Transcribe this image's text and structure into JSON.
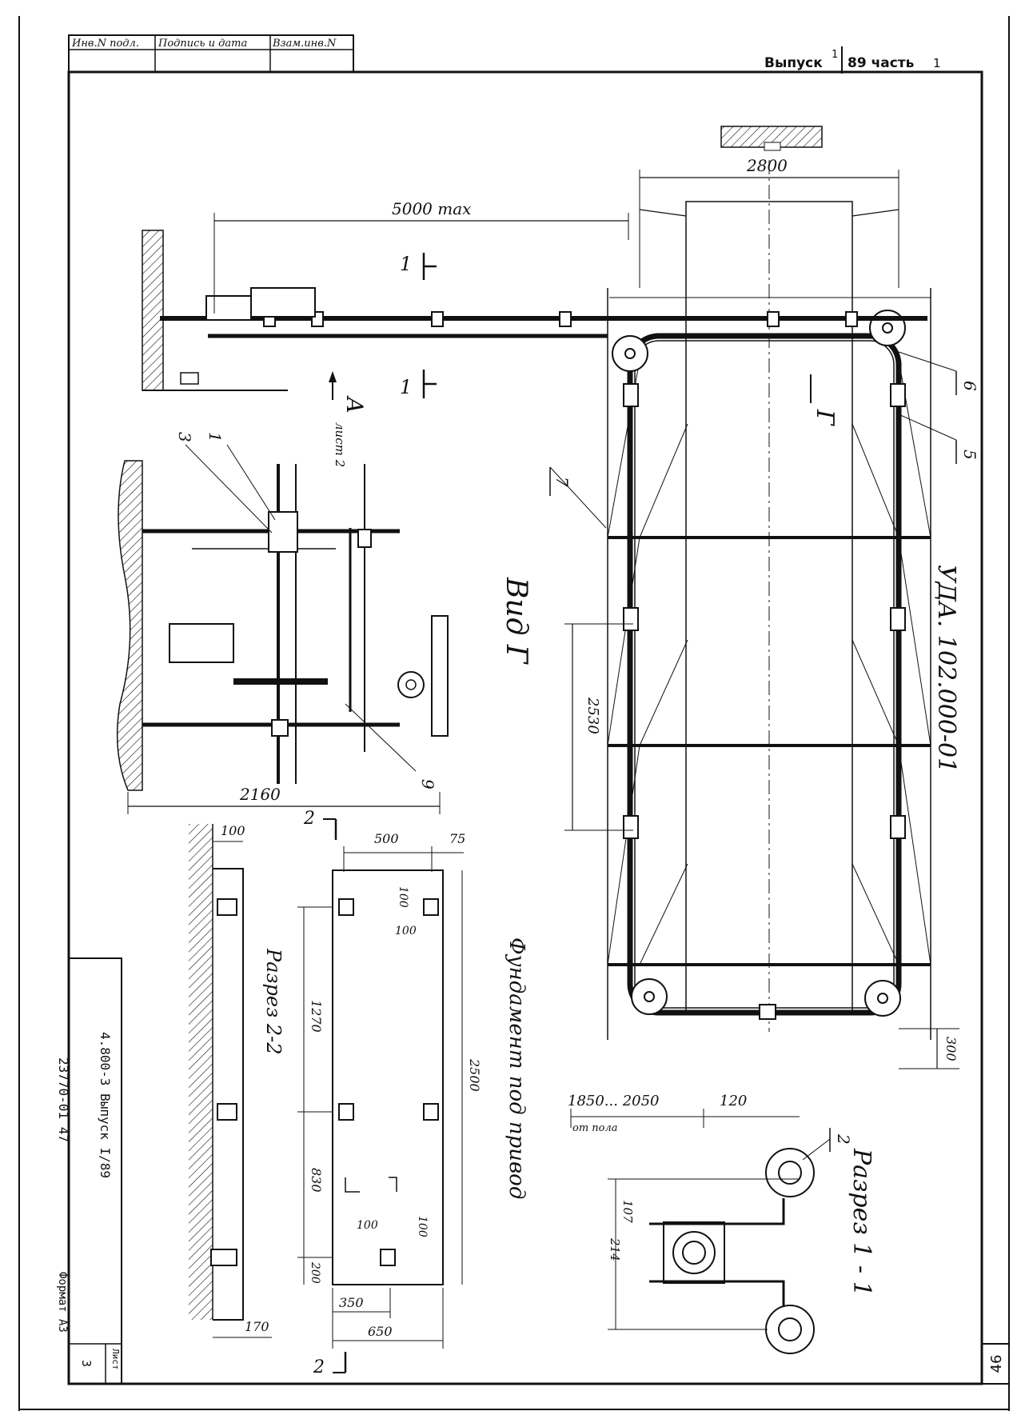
{
  "stamp": {
    "col1": "Инв.N подл.",
    "col2": "Подпись и дата",
    "col3": "Взам.инв.N"
  },
  "header": {
    "issue_word": "Выпуск",
    "issue_num": "1",
    "year_part": "89 часть",
    "part_num": "1"
  },
  "sheet_number": "46",
  "drawing_code": "УДА. 102.000-01",
  "dims": {
    "overall_width": "2800",
    "length_max": "5000 max",
    "bay_spacing": "2530",
    "drive_width": "2160",
    "offset_300": "300",
    "height_range": "1850... 2050",
    "from_floor": "от пола",
    "pipe_offset": "120",
    "d107": "107",
    "d214": "214"
  },
  "foundation_dims": {
    "d100_wall": "100",
    "d500": "500",
    "d75": "75",
    "d100a": "100",
    "d100b": "100",
    "d1270": "1270",
    "d2500": "2500",
    "d830": "830",
    "d200": "200",
    "d100c": "100",
    "d100d": "100",
    "d350": "350",
    "d650": "650",
    "d170": "170"
  },
  "labels": {
    "section_1_1": "Разрез 1 - 1",
    "view_g": "Вид Г",
    "view_a": "А",
    "view_a_sheet": "лист 2",
    "section_mark_1": "1",
    "section_mark_g": "Г",
    "foundation_caption": "Фундамент под привод",
    "section_2_2": "Разрез 2-2",
    "section_mark_2": "2"
  },
  "callouts": [
    "1",
    "2",
    "3",
    "5",
    "6",
    "7",
    "9"
  ],
  "title_block": {
    "doc_line": "4.800-3 Выпуск I/89",
    "inv_line": "23770-01 47",
    "format": "Формат А3",
    "sheet_label": "Лист",
    "sheet_value": "3"
  }
}
